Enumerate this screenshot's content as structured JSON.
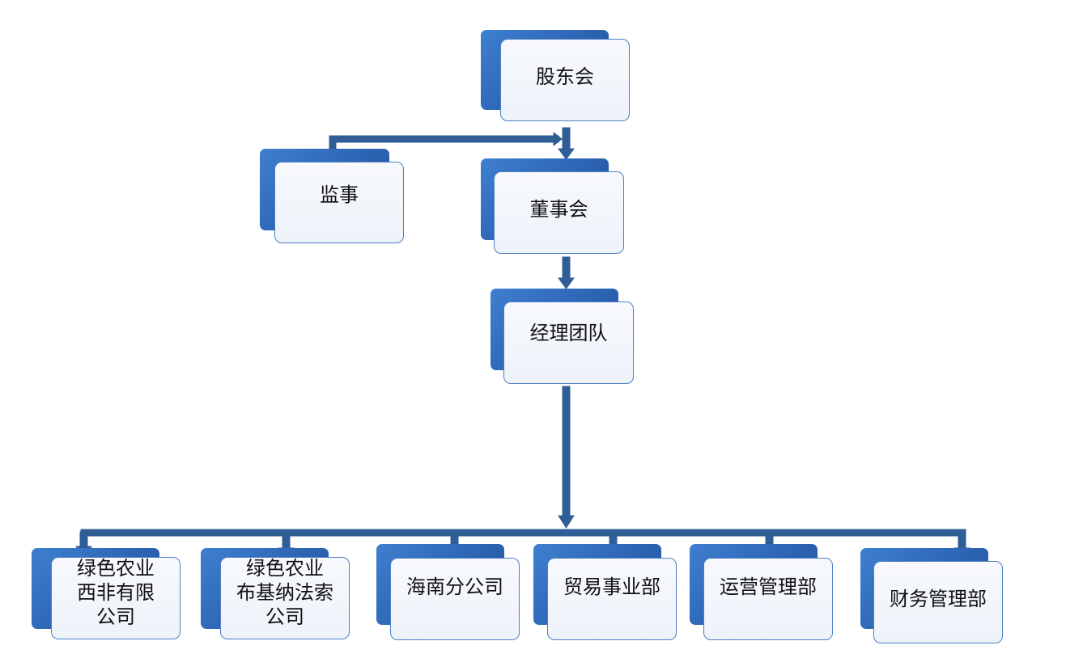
{
  "nodes": {
    "shareholders": "股东会",
    "supervisor": "监事",
    "board": "董事会",
    "management": "经理团队",
    "branch_west_africa": "绿色农业\n西非有限\n公司",
    "branch_burkina": "绿色农业\n布基纳法索\n公司",
    "branch_hainan": "海南分公司",
    "dept_trade": "贸易事业部",
    "dept_operations": "运营管理部",
    "dept_finance": "财务管理部"
  },
  "colors": {
    "connector": "#2f5d96",
    "box_back": "#2f68b8",
    "box_front_border": "#4f7fc3",
    "box_front_fill": "#f2f5fb"
  }
}
